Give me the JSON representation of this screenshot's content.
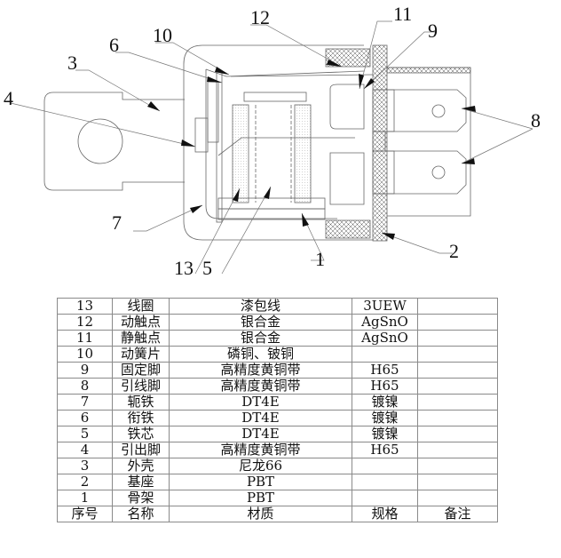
{
  "drawing": {
    "title": "Relay cross-section drawing",
    "callouts": [
      {
        "label": "1",
        "part": "骨架"
      },
      {
        "label": "2",
        "part": "基座"
      },
      {
        "label": "3",
        "part": "外壳"
      },
      {
        "label": "4",
        "part": "引出脚"
      },
      {
        "label": "5",
        "part": "铁芯"
      },
      {
        "label": "6",
        "part": "衔铁"
      },
      {
        "label": "7",
        "part": "轭铁"
      },
      {
        "label": "8",
        "part": "引线脚"
      },
      {
        "label": "9",
        "part": "固定脚"
      },
      {
        "label": "10",
        "part": "动簧片"
      },
      {
        "label": "11",
        "part": "静触点"
      },
      {
        "label": "12",
        "part": "动触点"
      },
      {
        "label": "13",
        "part": "线圈"
      }
    ]
  },
  "table": {
    "header": {
      "no": "序号",
      "name": "名称",
      "material": "材质",
      "spec": "规格",
      "remark": "备注"
    },
    "rows": [
      {
        "no": "13",
        "name": "线圈",
        "material": "漆包线",
        "spec": "3UEW",
        "remark": ""
      },
      {
        "no": "12",
        "name": "动触点",
        "material": "银合金",
        "spec": "AgSnO",
        "remark": ""
      },
      {
        "no": "11",
        "name": "静触点",
        "material": "银合金",
        "spec": "AgSnO",
        "remark": ""
      },
      {
        "no": "10",
        "name": "动簧片",
        "material": "磷铜、铍铜",
        "spec": "",
        "remark": ""
      },
      {
        "no": "9",
        "name": "固定脚",
        "material": "高精度黄铜带",
        "spec": "H65",
        "remark": ""
      },
      {
        "no": "8",
        "name": "引线脚",
        "material": "高精度黄铜带",
        "spec": "H65",
        "remark": ""
      },
      {
        "no": "7",
        "name": "轭铁",
        "material": "DT4E",
        "spec": "镀镍",
        "remark": ""
      },
      {
        "no": "6",
        "name": "衔铁",
        "material": "DT4E",
        "spec": "镀镍",
        "remark": ""
      },
      {
        "no": "5",
        "name": "铁芯",
        "material": "DT4E",
        "spec": "镀镍",
        "remark": ""
      },
      {
        "no": "4",
        "name": "引出脚",
        "material": "高精度黄铜带",
        "spec": "H65",
        "remark": ""
      },
      {
        "no": "3",
        "name": "外壳",
        "material": "尼龙66",
        "spec": "",
        "remark": ""
      },
      {
        "no": "2",
        "name": "基座",
        "material": "PBT",
        "spec": "",
        "remark": ""
      },
      {
        "no": "1",
        "name": "骨架",
        "material": "PBT",
        "spec": "",
        "remark": ""
      }
    ]
  }
}
